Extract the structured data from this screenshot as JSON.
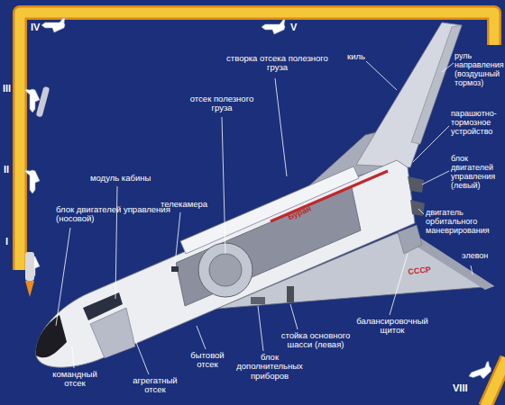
{
  "diagram": {
    "labels": [
      "IV",
      "V",
      "III",
      "II",
      "I",
      "VIII",
      "створка отсека полезного груза",
      "киль",
      "руль направления (воздушный тормоз)",
      "отсек полезного груза",
      "парашютно-тормозное устройство",
      "модуль кабины",
      "блок двигателей управления (левый)",
      "телекамера",
      "блок двигателей управления (носовой)",
      "двигатель орбитального маневрирования",
      "элевон",
      "балансировочный щиток",
      "стойка основного шасси (левая)",
      "бытовой отсек",
      "блок дополнительных приборов",
      "командный отсек",
      "агрегатный отсек",
      "Буран",
      "СССР"
    ]
  }
}
